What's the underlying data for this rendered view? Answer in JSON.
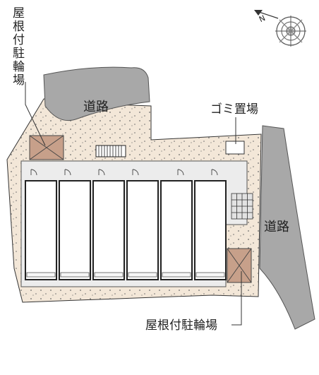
{
  "labels": {
    "road_top": "道路",
    "road_right": "道路",
    "garbage": "ゴミ置場",
    "bike_parking_left": [
      "屋",
      "根",
      "付",
      "駐",
      "輪",
      "場"
    ],
    "bike_parking_bottom": "屋根付駐輪場"
  },
  "compass": {
    "north_letter": "N"
  },
  "colors": {
    "road": "#a8a8a8",
    "ground": "#f3e7d8",
    "building": "#ececec",
    "parking_roof": "#c7a08a",
    "outline": "#333333"
  }
}
